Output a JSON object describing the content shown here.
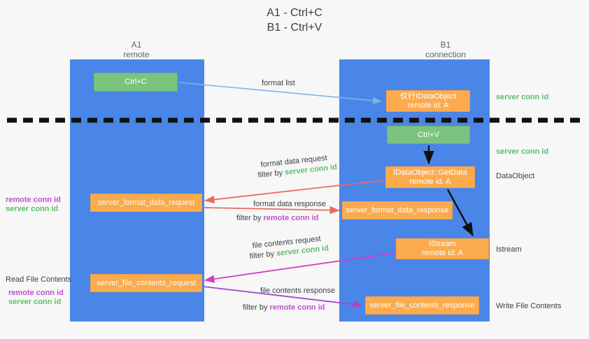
{
  "title": "A1 - Ctrl+C\nB1 - Ctrl+V",
  "columns": {
    "a1": {
      "header": "A1\nremote"
    },
    "b1": {
      "header": "B1\nconnection"
    }
  },
  "nodes": {
    "ctrl_c": {
      "line1": "Ctrl+C",
      "line2": "",
      "color": "#7bc47f"
    },
    "idataobject": {
      "line1": "仅行IDataObject",
      "line2": "remote id: A",
      "color": "#fbab4e"
    },
    "ctrl_v": {
      "line1": "Ctrl+V",
      "line2": "",
      "color": "#7bc47f"
    },
    "getdata": {
      "line1": "IDataObject::GetData",
      "line2": "remote id: A",
      "color": "#fbab4e"
    },
    "format_data_request": {
      "line1": "server_format_data_request",
      "line2": "",
      "color": "#fbab4e"
    },
    "format_data_response": {
      "line1": "server_format_data_response",
      "line2": "",
      "color": "#fbab4e"
    },
    "istream": {
      "line1": "IStream",
      "line2": "remote id: A",
      "color": "#fbab4e"
    },
    "file_contents_request": {
      "line1": "server_file_contents_request",
      "line2": "",
      "color": "#fbab4e"
    },
    "file_contents_response": {
      "line1": "server_file_contents_response",
      "line2": "",
      "color": "#fbab4e"
    }
  },
  "edge_labels": {
    "format_list": "format list",
    "format_data_request": "format data request",
    "format_data_request_filter_prefix": "filter by ",
    "format_data_request_filter_value": "server conn id",
    "format_data_response": "format data response",
    "format_data_response_filter_prefix": "filter by ",
    "format_data_response_filter_value": "remote conn id",
    "file_contents_request": "file contents request",
    "file_contents_request_filter_prefix": "filter by ",
    "file_contents_request_filter_value": "server conn id",
    "file_contents_response": "file contents response",
    "file_contents_response_filter_prefix": "filter by ",
    "file_contents_response_filter_value": "remote conn id"
  },
  "side_labels": {
    "server_conn_id_top": "server conn id",
    "server_conn_id_mid": "server conn id",
    "dataobject": "DataObject",
    "istream": "Istream",
    "write_file_contents": "Write File Contents",
    "left_remote_conn_id_1": "remote conn id",
    "left_server_conn_id_1": "server conn id",
    "read_file_contents": "Read File Contents",
    "left_remote_conn_id_2": "remote conn id",
    "left_server_conn_id_2": "server conn id"
  },
  "colors": {
    "lane": "#4a86e8",
    "green_text": "#60bc6a",
    "purple_text": "#c050d0",
    "orange_node": "#fbab4e",
    "green_node": "#7bc47f",
    "arrow_blue": "#7eb3e8",
    "arrow_red": "#ea6a5e",
    "arrow_magenta": "#cf3fc7",
    "arrow_purple": "#a24bc8",
    "arrow_black": "#111111",
    "background": "#f7f7f7"
  }
}
